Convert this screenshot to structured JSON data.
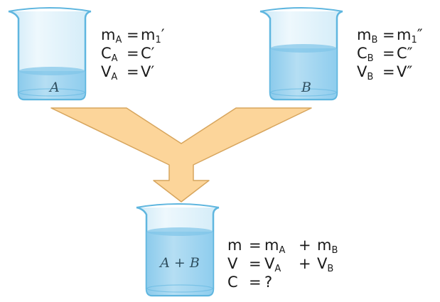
{
  "beakers": [
    {
      "id": "A",
      "label": "A",
      "equations": [
        {
          "lhs": "m",
          "lhs_sub": "A",
          "rhs": "m",
          "rhs_sub": "1",
          "rhs_prime": "′"
        },
        {
          "lhs": "C",
          "lhs_sub": "A",
          "rhs": "C",
          "rhs_sub": "",
          "rhs_prime": "′"
        },
        {
          "lhs": "V",
          "lhs_sub": "A",
          "rhs": "V",
          "rhs_sub": "",
          "rhs_prime": "′"
        }
      ]
    },
    {
      "id": "B",
      "label": "B",
      "equations": [
        {
          "lhs": "m",
          "lhs_sub": "B",
          "rhs": "m",
          "rhs_sub": "1",
          "rhs_prime": "″"
        },
        {
          "lhs": "C",
          "lhs_sub": "B",
          "rhs": "C",
          "rhs_sub": "",
          "rhs_prime": "″"
        },
        {
          "lhs": "V",
          "lhs_sub": "B",
          "rhs": "V",
          "rhs_sub": "",
          "rhs_prime": "″"
        }
      ]
    },
    {
      "id": "mix",
      "label": "A + B",
      "equations": [
        {
          "lhs": "m",
          "a": "m",
          "a_sub": "A",
          "b": "m",
          "b_sub": "B"
        },
        {
          "lhs": "V",
          "a": "V",
          "a_sub": "A",
          "b": "V",
          "b_sub": "B"
        },
        {
          "lhs": "C",
          "rhs": "?"
        }
      ]
    }
  ],
  "symbols": {
    "equals": "=",
    "plus": "+"
  },
  "colors": {
    "glass_stroke": "#5fb6df",
    "glass_fill": "#e4f3fb",
    "liquid": "#9fd4ef",
    "liquid_top": "#7fc4e8",
    "arrow_fill": "#fcd59a",
    "arrow_stroke": "#d7a55d"
  }
}
